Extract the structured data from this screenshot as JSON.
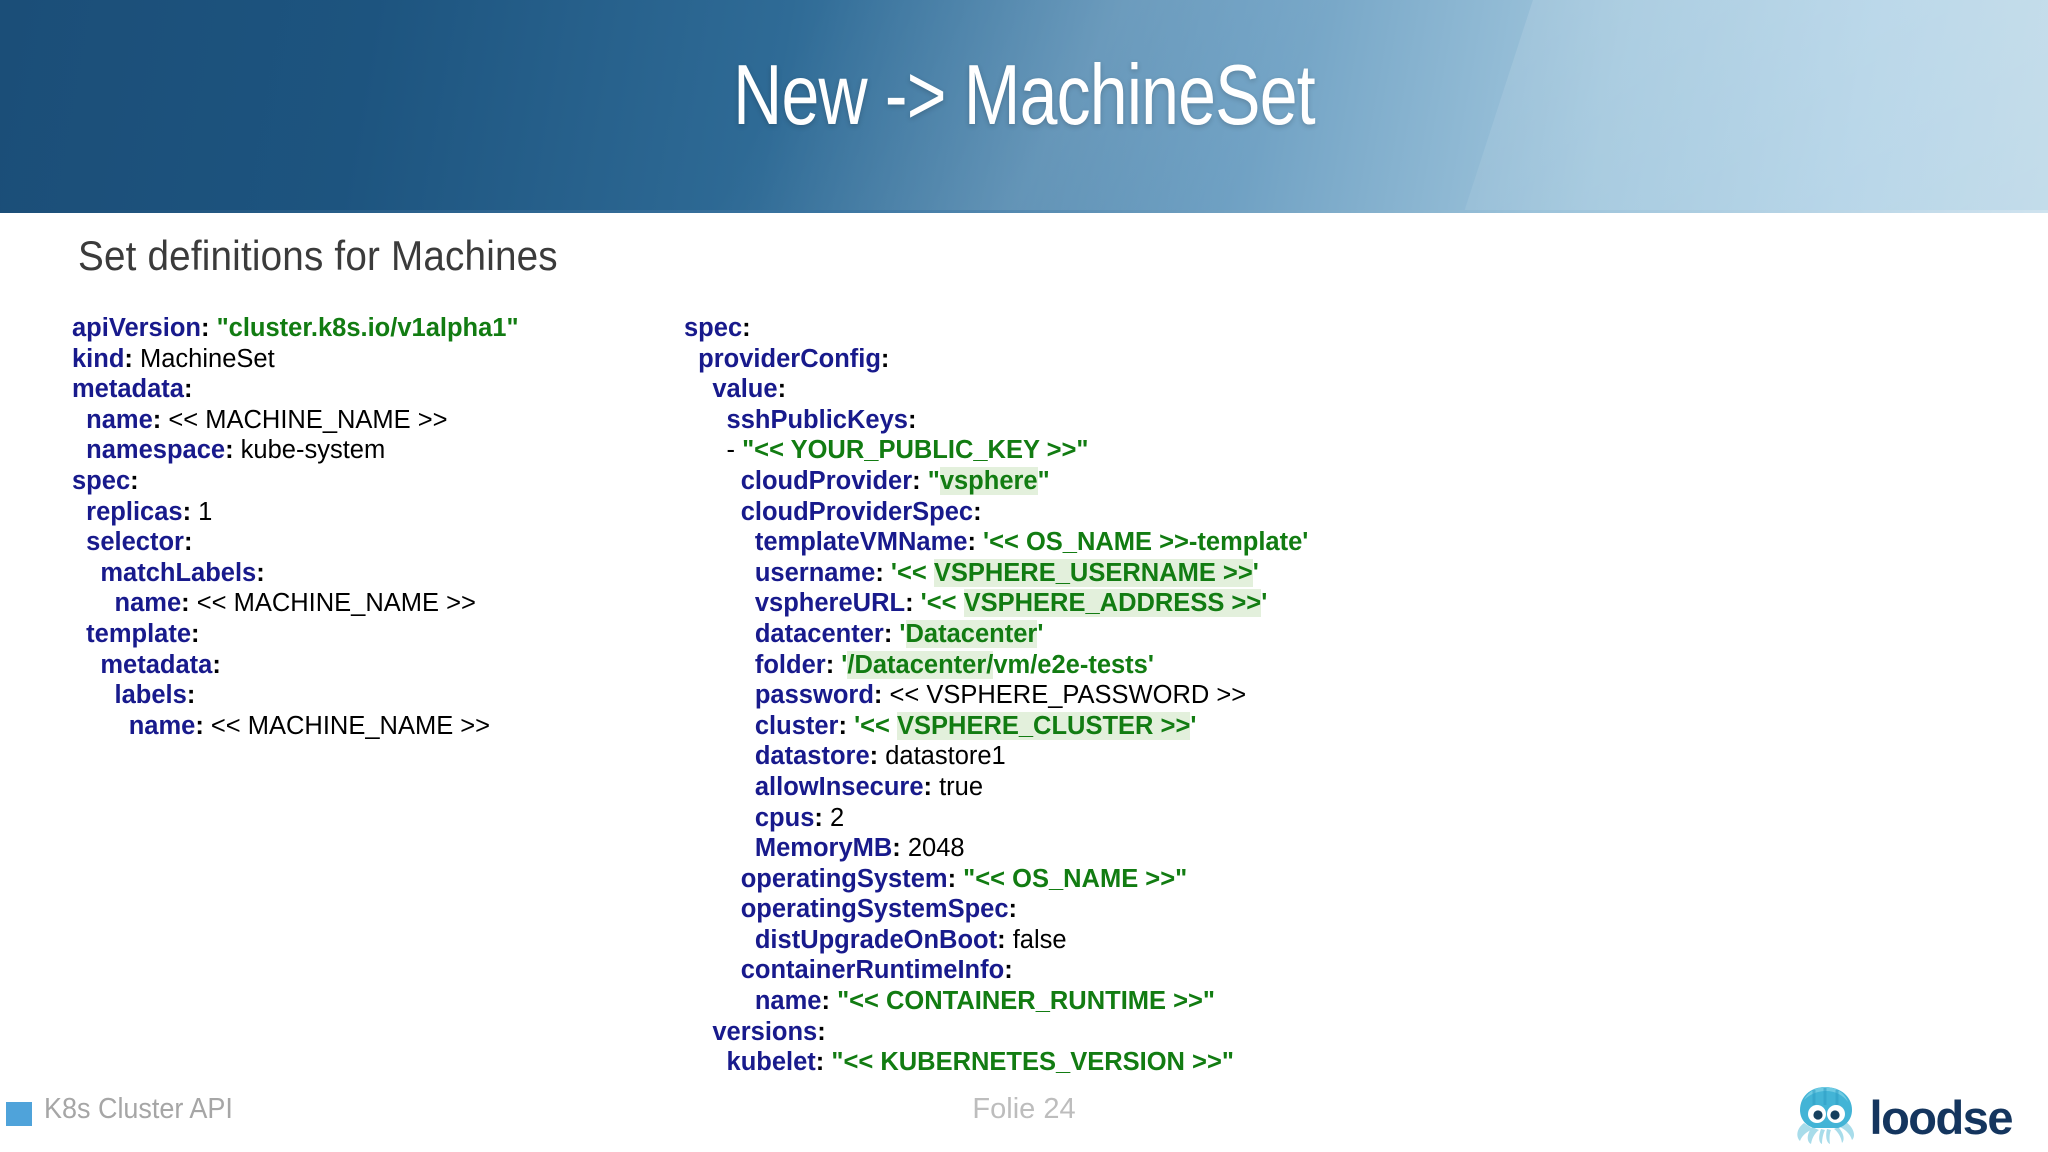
{
  "slide": {
    "title": "New -> MachineSet",
    "subtitle": "Set definitions for Machines"
  },
  "colors": {
    "banner_dark": "#1b4e78",
    "banner_light": "#c3dcea",
    "key_blue": "#181a8c",
    "string_green": "#127c12",
    "highlight_green": "#e3f0dc",
    "footer_marker_blue": "#4fa3da",
    "footer_text_gray": "#a6a6a6",
    "logo_navy": "#14355e"
  },
  "code_left": {
    "lines": [
      {
        "indent": 0,
        "key": "apiVersion",
        "sep": ": ",
        "value": "\"cluster.k8s.io/v1alpha1\"",
        "value_type": "string"
      },
      {
        "indent": 0,
        "key": "kind",
        "sep": ": ",
        "value": "MachineSet",
        "value_type": "plain"
      },
      {
        "indent": 0,
        "key": "metadata",
        "sep": ":",
        "value": "",
        "value_type": "none"
      },
      {
        "indent": 1,
        "key": "name",
        "sep": ": ",
        "value": "<< MACHINE_NAME >>",
        "value_type": "plain"
      },
      {
        "indent": 1,
        "key": "namespace",
        "sep": ": ",
        "value": "kube-system",
        "value_type": "plain"
      },
      {
        "indent": 0,
        "key": "spec",
        "sep": ":",
        "value": "",
        "value_type": "none"
      },
      {
        "indent": 1,
        "key": "replicas",
        "sep": ": ",
        "value": "1",
        "value_type": "plain"
      },
      {
        "indent": 1,
        "key": "selector",
        "sep": ":",
        "value": "",
        "value_type": "none"
      },
      {
        "indent": 2,
        "key": "matchLabels",
        "sep": ":",
        "value": "",
        "value_type": "none"
      },
      {
        "indent": 3,
        "key": "name",
        "sep": ": ",
        "value": "<< MACHINE_NAME >>",
        "value_type": "plain"
      },
      {
        "indent": 1,
        "key": "template",
        "sep": ":",
        "value": "",
        "value_type": "none"
      },
      {
        "indent": 2,
        "key": "metadata",
        "sep": ":",
        "value": "",
        "value_type": "none"
      },
      {
        "indent": 3,
        "key": "labels",
        "sep": ":",
        "value": "",
        "value_type": "none"
      },
      {
        "indent": 4,
        "key": "name",
        "sep": ": ",
        "value": "<< MACHINE_NAME >>",
        "value_type": "plain"
      }
    ]
  },
  "code_right": {
    "lines": [
      {
        "indent": 0,
        "key": "spec",
        "sep": ":",
        "value": "",
        "value_type": "none"
      },
      {
        "indent": 1,
        "key": "providerConfig",
        "sep": ":",
        "value": "",
        "value_type": "none"
      },
      {
        "indent": 2,
        "key": "value",
        "sep": ":",
        "value": "",
        "value_type": "none"
      },
      {
        "indent": 3,
        "key": "sshPublicKeys",
        "sep": ":",
        "value": "",
        "value_type": "none"
      },
      {
        "indent": 3,
        "dash": "- ",
        "key": "",
        "sep": "",
        "value": "\"<< YOUR_PUBLIC_KEY >>\"",
        "value_type": "string"
      },
      {
        "indent": 4,
        "key": "cloudProvider",
        "sep": ": ",
        "value": "\"vsphere\"",
        "value_type": "string",
        "highlight": "vsphere"
      },
      {
        "indent": 4,
        "key": "cloudProviderSpec",
        "sep": ":",
        "value": "",
        "value_type": "none"
      },
      {
        "indent": 5,
        "key": "templateVMName",
        "sep": ": ",
        "value": "'<< OS_NAME >>-template'",
        "value_type": "string"
      },
      {
        "indent": 5,
        "key": "username",
        "sep": ": ",
        "value": "'<< VSPHERE_USERNAME >>'",
        "value_type": "string",
        "highlight": "VSPHERE_USERNAME >>"
      },
      {
        "indent": 5,
        "key": "vsphereURL",
        "sep": ": ",
        "value": "'<< VSPHERE_ADDRESS >>'",
        "value_type": "string",
        "highlight": "VSPHERE_ADDRESS >>"
      },
      {
        "indent": 5,
        "key": "datacenter",
        "sep": ": ",
        "value": "'Datacenter'",
        "value_type": "string",
        "highlight": "Datacenter"
      },
      {
        "indent": 5,
        "key": "folder",
        "sep": ": ",
        "value": "'/Datacenter/vm/e2e-tests'",
        "value_type": "string",
        "highlight": "/Datacenter/"
      },
      {
        "indent": 5,
        "key": "password",
        "sep": ": ",
        "value": "<< VSPHERE_PASSWORD >>",
        "value_type": "plain"
      },
      {
        "indent": 5,
        "key": "cluster",
        "sep": ": ",
        "value": "'<< VSPHERE_CLUSTER >>'",
        "value_type": "string",
        "highlight": "VSPHERE_CLUSTER >>"
      },
      {
        "indent": 5,
        "key": "datastore",
        "sep": ": ",
        "value": "datastore1",
        "value_type": "plain"
      },
      {
        "indent": 5,
        "key": "allowInsecure",
        "sep": ": ",
        "value": "true",
        "value_type": "plain"
      },
      {
        "indent": 5,
        "key": "cpus",
        "sep": ": ",
        "value": "2",
        "value_type": "plain"
      },
      {
        "indent": 5,
        "key": "MemoryMB",
        "sep": ": ",
        "value": "2048",
        "value_type": "plain"
      },
      {
        "indent": 4,
        "key": "operatingSystem",
        "sep": ": ",
        "value": "\"<< OS_NAME >>\"",
        "value_type": "string"
      },
      {
        "indent": 4,
        "key": "operatingSystemSpec",
        "sep": ":",
        "value": "",
        "value_type": "none"
      },
      {
        "indent": 5,
        "key": "distUpgradeOnBoot",
        "sep": ": ",
        "value": "false",
        "value_type": "plain"
      },
      {
        "indent": 4,
        "key": "containerRuntimeInfo",
        "sep": ":",
        "value": "",
        "value_type": "none"
      },
      {
        "indent": 5,
        "key": "name",
        "sep": ": ",
        "value": "\"<< CONTAINER_RUNTIME >>\"",
        "value_type": "string"
      },
      {
        "indent": 2,
        "key": "versions",
        "sep": ":",
        "value": "",
        "value_type": "none"
      },
      {
        "indent": 3,
        "key": "kubelet",
        "sep": ": ",
        "value": "\"<< KUBERNETES_VERSION >>\"",
        "value_type": "string"
      }
    ]
  },
  "footer": {
    "left_label": "K8s Cluster API",
    "page_label": "Folie 24",
    "logo_text": "loodse",
    "logo_icon": "octopus-icon"
  }
}
